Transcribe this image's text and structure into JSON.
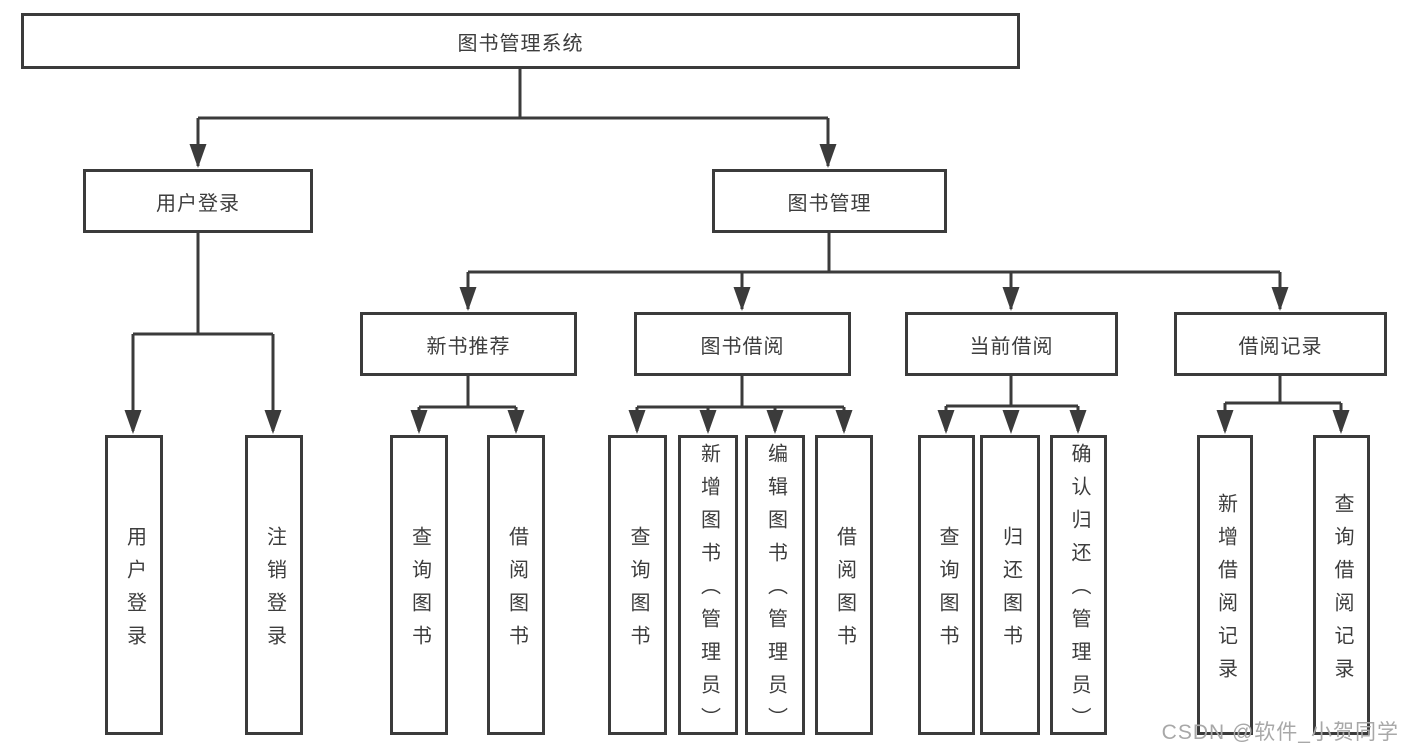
{
  "diagram": {
    "title": "图书管理系统",
    "colors": {
      "line": "#3b3b3b",
      "text": "#3d3d3d",
      "background": "#ffffff",
      "watermark": "#a8a8a8"
    },
    "nodes": {
      "root": "图书管理系统",
      "user_login": "用户登录",
      "book_management": "图书管理",
      "ul_login": "用户登录",
      "ul_logout": "注销登录",
      "new_book_rec": "新书推荐",
      "book_borrow": "图书借阅",
      "current_borrow": "当前借阅",
      "borrow_record": "借阅记录",
      "nbr_query": "查询图书",
      "nbr_borrow": "借阅图书",
      "bb_query": "查询图书",
      "bb_add": "新增图书（管理员）",
      "bb_edit": "编辑图书（管理员）",
      "bb_borrow": "借阅图书",
      "cb_query": "查询图书",
      "cb_return": "归还图书",
      "cb_confirm": "确认归还（管理员）",
      "br_add": "新增借阅记录",
      "br_query": "查询借阅记录"
    },
    "hierarchy": {
      "图书管理系统": [
        "用户登录",
        "图书管理"
      ],
      "用户登录": [
        "用户登录",
        "注销登录"
      ],
      "图书管理": [
        "新书推荐",
        "图书借阅",
        "当前借阅",
        "借阅记录"
      ],
      "新书推荐": [
        "查询图书",
        "借阅图书"
      ],
      "图书借阅": [
        "查询图书",
        "新增图书（管理员）",
        "编辑图书（管理员）",
        "借阅图书"
      ],
      "当前借阅": [
        "查询图书",
        "归还图书",
        "确认归还（管理员）"
      ],
      "借阅记录": [
        "新增借阅记录",
        "查询借阅记录"
      ]
    },
    "watermark": "CSDN @软件_小贺同学"
  }
}
